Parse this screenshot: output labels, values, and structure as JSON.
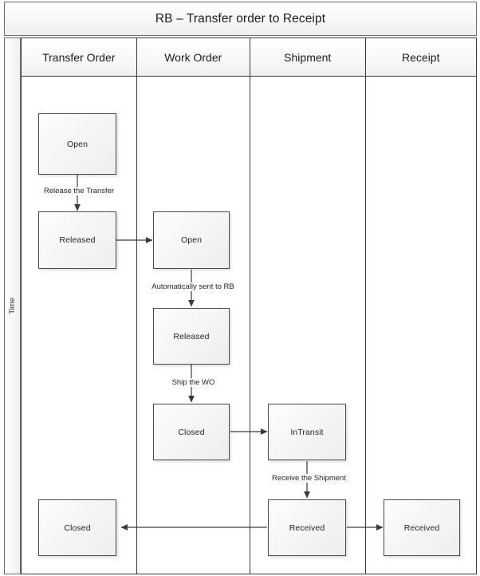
{
  "title": "RB – Transfer order to Receipt",
  "axis": {
    "label": "Time"
  },
  "lanes": [
    {
      "id": "transfer-order",
      "label": "Transfer Order"
    },
    {
      "id": "work-order",
      "label": "Work Order"
    },
    {
      "id": "shipment",
      "label": "Shipment"
    },
    {
      "id": "receipt",
      "label": "Receipt"
    }
  ],
  "nodes": [
    {
      "id": "to-open",
      "lane": "transfer-order",
      "label": "Open"
    },
    {
      "id": "to-released",
      "lane": "transfer-order",
      "label": "Released"
    },
    {
      "id": "to-closed",
      "lane": "transfer-order",
      "label": "Closed"
    },
    {
      "id": "wo-open",
      "lane": "work-order",
      "label": "Open"
    },
    {
      "id": "wo-released",
      "lane": "work-order",
      "label": "Released"
    },
    {
      "id": "wo-closed",
      "lane": "work-order",
      "label": "Closed"
    },
    {
      "id": "sh-intransit",
      "lane": "shipment",
      "label": "InTransit"
    },
    {
      "id": "sh-received",
      "lane": "shipment",
      "label": "Received"
    },
    {
      "id": "rc-received",
      "lane": "receipt",
      "label": "Received"
    }
  ],
  "edges": [
    {
      "id": "e1",
      "from": "to-open",
      "to": "to-released",
      "label": "Release the Transfer"
    },
    {
      "id": "e2",
      "from": "to-released",
      "to": "wo-open",
      "label": ""
    },
    {
      "id": "e3",
      "from": "wo-open",
      "to": "wo-released",
      "label": "Automatically sent to RB"
    },
    {
      "id": "e4",
      "from": "wo-released",
      "to": "wo-closed",
      "label": "Ship the WO"
    },
    {
      "id": "e5",
      "from": "wo-closed",
      "to": "sh-intransit",
      "label": ""
    },
    {
      "id": "e6",
      "from": "sh-intransit",
      "to": "sh-received",
      "label": "Receive the Shipment"
    },
    {
      "id": "e7",
      "from": "sh-received",
      "to": "rc-received",
      "label": ""
    },
    {
      "id": "e8",
      "from": "sh-received",
      "to": "to-closed",
      "label": ""
    }
  ],
  "colors": {
    "node_border": "#4a4a4a",
    "lane_border": "#3a3a3a",
    "connector": "#3a3a3a",
    "text": "#1c1c1c",
    "background": "#ffffff"
  }
}
